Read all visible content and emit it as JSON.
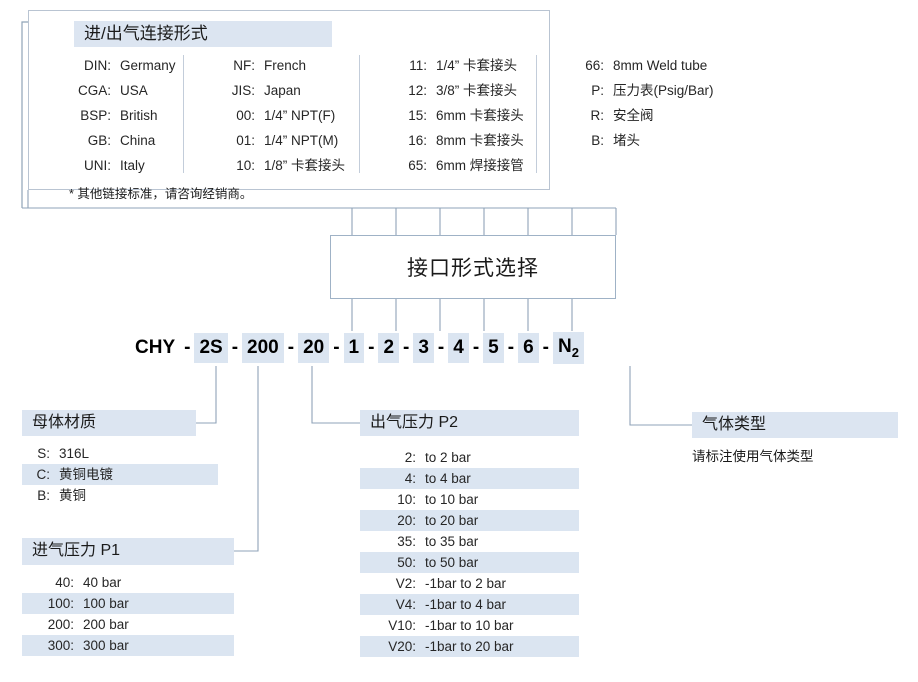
{
  "connection": {
    "title": "进/出气连接形式",
    "note": "* 其他链接标准，请咨询经销商。",
    "columns": [
      [
        {
          "code": "DIN:",
          "desc": "Germany"
        },
        {
          "code": "CGA:",
          "desc": "USA"
        },
        {
          "code": "BSP:",
          "desc": "British"
        },
        {
          "code": "GB:",
          "desc": "China"
        },
        {
          "code": "UNI:",
          "desc": "Italy"
        }
      ],
      [
        {
          "code": "NF:",
          "desc": "French"
        },
        {
          "code": "JIS:",
          "desc": "Japan"
        },
        {
          "code": "00:",
          "desc": "1/4” NPT(F)"
        },
        {
          "code": "01:",
          "desc": "1/4” NPT(M)"
        },
        {
          "code": "10:",
          "desc": "1/8” 卡套接头"
        }
      ],
      [
        {
          "code": "11:",
          "desc": "1/4” 卡套接头"
        },
        {
          "code": "12:",
          "desc": "3/8” 卡套接头"
        },
        {
          "code": "15:",
          "desc": "6mm 卡套接头"
        },
        {
          "code": "16:",
          "desc": "8mm 卡套接头"
        },
        {
          "code": "65:",
          "desc": "6mm 焊接接管"
        }
      ],
      [
        {
          "code": "66:",
          "desc": "8mm Weld tube"
        },
        {
          "code": "P:",
          "desc": "压力表(Psig/Bar)"
        },
        {
          "code": "R:",
          "desc": "安全阀"
        },
        {
          "code": "B:",
          "desc": "堵头"
        }
      ]
    ]
  },
  "selector": {
    "label": "接口形式选择"
  },
  "model_code": {
    "segments": [
      {
        "text": "CHY",
        "highlight": false
      },
      {
        "text": "2S",
        "highlight": true
      },
      {
        "text": "200",
        "highlight": true
      },
      {
        "text": "20",
        "highlight": true
      },
      {
        "text": "1",
        "highlight": true
      },
      {
        "text": "2",
        "highlight": true
      },
      {
        "text": "3",
        "highlight": true
      },
      {
        "text": "4",
        "highlight": true
      },
      {
        "text": "5",
        "highlight": true
      },
      {
        "text": "6",
        "highlight": true
      },
      {
        "text": "N",
        "subscript": "2",
        "highlight": true
      }
    ],
    "separator": "-"
  },
  "material": {
    "title": "母体材质",
    "rows": [
      {
        "code": "S:",
        "desc": "316L"
      },
      {
        "code": "C:",
        "desc": "黄铜电镀"
      },
      {
        "code": "B:",
        "desc": "黄铜"
      }
    ]
  },
  "inlet_pressure": {
    "title": "进气压力 P1",
    "rows": [
      {
        "code": "40:",
        "desc": "40 bar"
      },
      {
        "code": "100:",
        "desc": "100 bar"
      },
      {
        "code": "200:",
        "desc": "200 bar"
      },
      {
        "code": "300:",
        "desc": "300 bar"
      }
    ]
  },
  "outlet_pressure": {
    "title": "出气压力 P2",
    "rows": [
      {
        "code": "2:",
        "desc": "to 2 bar"
      },
      {
        "code": "4:",
        "desc": "to 4 bar"
      },
      {
        "code": "10:",
        "desc": "to 10 bar"
      },
      {
        "code": "20:",
        "desc": "to 20 bar"
      },
      {
        "code": "35:",
        "desc": "to 35 bar"
      },
      {
        "code": "50:",
        "desc": "to 50 bar"
      },
      {
        "code": "V2:",
        "desc": "-1bar to 2 bar"
      },
      {
        "code": "V4:",
        "desc": "-1bar to 4 bar"
      },
      {
        "code": "V10:",
        "desc": "-1bar to 10 bar"
      },
      {
        "code": "V20:",
        "desc": "-1bar to 20 bar"
      }
    ]
  },
  "gas_type": {
    "title": "气体类型",
    "note": "请标注使用气体类型"
  },
  "colors": {
    "highlight": "#dbe5f1",
    "title_bg": "#dce5f1",
    "box_border": "#b9c4d2",
    "connector": "#8fa3b8"
  }
}
